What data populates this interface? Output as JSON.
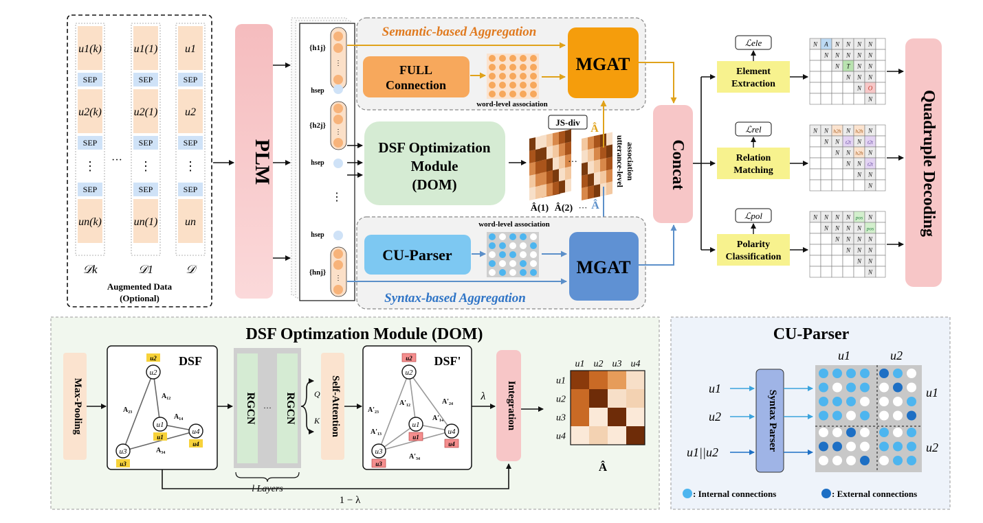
{
  "augmented": {
    "columns": [
      {
        "tokens": [
          "u1(k)",
          "SEP",
          "u2(k)",
          "SEP",
          "⋮",
          "SEP",
          "un(k)"
        ],
        "label": "𝒟k"
      },
      {
        "tokens": [
          "u1(1)",
          "SEP",
          "u2(1)",
          "SEP",
          "⋮",
          "SEP",
          "un(1)"
        ],
        "label": "𝒟1"
      },
      {
        "tokens": [
          "u1",
          "SEP",
          "u2",
          "SEP",
          "⋮",
          "SEP",
          "un"
        ],
        "label": "𝒟"
      }
    ],
    "dots": "···",
    "caption_line1": "Augmented Data",
    "caption_line2": "(Optional)"
  },
  "plm": {
    "label": "PLM"
  },
  "hidden": {
    "h1": "{h1j}",
    "h2": "{h2j}",
    "hn": "{hnj}",
    "hsep": "hsep"
  },
  "semantic": {
    "title": "Semantic-based Aggregation",
    "full_line1": "FULL",
    "full_line2": "Connection",
    "word_assoc": "word-level association",
    "mgat": "MGAT"
  },
  "dom_box": {
    "line1": "DSF Optimization",
    "line2": "Module",
    "line3": "(DOM)"
  },
  "utterance": {
    "jsdiv": "JS-div",
    "ahat": "Â",
    "a1": "Â(1)",
    "a2": "Â(2)",
    "dots": "···",
    "assoc_line1": "utterance-level",
    "assoc_line2": "association"
  },
  "syntax": {
    "title": "Syntax-based Aggregation",
    "parser": "CU-Parser",
    "word_assoc": "word-level association",
    "mgat": "MGAT"
  },
  "concat": {
    "label": "Concat"
  },
  "heads": [
    {
      "loss": "ℒele",
      "line1": "Element",
      "line2": "Extraction"
    },
    {
      "loss": "ℒrel",
      "line1": "Relation",
      "line2": "Matching"
    },
    {
      "loss": "ℒpol",
      "line1": "Polarity",
      "line2": "Classification"
    }
  ],
  "grids": {
    "element": [
      [
        "N",
        "A",
        "N",
        "N",
        "N",
        "N"
      ],
      [
        "",
        "N",
        "N",
        "N",
        "N",
        "N"
      ],
      [
        "",
        "",
        "N",
        "T",
        "N",
        "N"
      ],
      [
        "",
        "",
        "",
        "N",
        "N",
        "N"
      ],
      [
        "",
        "",
        "",
        "",
        "N",
        "O"
      ],
      [
        "",
        "",
        "",
        "",
        "",
        "N"
      ]
    ],
    "relation": [
      [
        "N",
        "N",
        "h2h",
        "N",
        "h2h",
        "N"
      ],
      [
        "",
        "N",
        "N",
        "t2t",
        "N",
        "t2t"
      ],
      [
        "",
        "",
        "N",
        "N",
        "h2h",
        "N"
      ],
      [
        "",
        "",
        "",
        "N",
        "N",
        "t2t"
      ],
      [
        "",
        "",
        "",
        "",
        "N",
        "N"
      ],
      [
        "",
        "",
        "",
        "",
        "",
        "N"
      ]
    ],
    "polarity": [
      [
        "N",
        "N",
        "N",
        "N",
        "pos",
        "N"
      ],
      [
        "",
        "N",
        "N",
        "N",
        "N",
        "pos"
      ],
      [
        "",
        "",
        "N",
        "N",
        "N",
        "N"
      ],
      [
        "",
        "",
        "",
        "N",
        "N",
        "N"
      ],
      [
        "",
        "",
        "",
        "",
        "N",
        "N"
      ],
      [
        "",
        "",
        "",
        "",
        "",
        "N"
      ]
    ]
  },
  "quad": {
    "label": "Quadruple Decoding"
  },
  "dom_detail": {
    "title": "DSF Optimzation Module (DOM)",
    "maxpool": "Max-Pooling",
    "dsf": "DSF",
    "dsf_prime": "DSF'",
    "nodes": [
      "u1",
      "u2",
      "u3",
      "u4"
    ],
    "edges": [
      "A12",
      "A14",
      "A23",
      "A34"
    ],
    "edges_prime": [
      "A'12",
      "A'14",
      "A'23",
      "A'13",
      "A'24",
      "A'34"
    ],
    "rgcn": "RGCN",
    "rgcn_dots": "···",
    "layers": "l Layers",
    "selfattn": "Self-Attention",
    "q": "Q",
    "k": "K",
    "integration": "Integration",
    "lambda": "λ",
    "one_minus_lambda": "1 − λ",
    "matrix_labels": [
      "u1",
      "u2",
      "u3",
      "u4"
    ],
    "matrix_caption": "Â"
  },
  "cu_detail": {
    "title": "CU-Parser",
    "inputs": [
      "u1",
      "u2",
      "u1||u2"
    ],
    "syntax_parser": "Syntax Parser",
    "top_labels": [
      "u1",
      "u2"
    ],
    "side_labels": [
      "u1",
      "u2"
    ],
    "legend_internal": ": Internal connections",
    "legend_external": ": External connections"
  },
  "colors": {
    "orange_arrow": "#e0a21a",
    "blue_arrow": "#5b8fc9",
    "plm_pink": "#f7c6c7",
    "green_box": "#d5ebd3",
    "mgat_orange": "#f59d0c",
    "mgat_blue": "#5f91d3",
    "yellow": "#f7f28e",
    "light_blue": "#7dc8f2"
  }
}
